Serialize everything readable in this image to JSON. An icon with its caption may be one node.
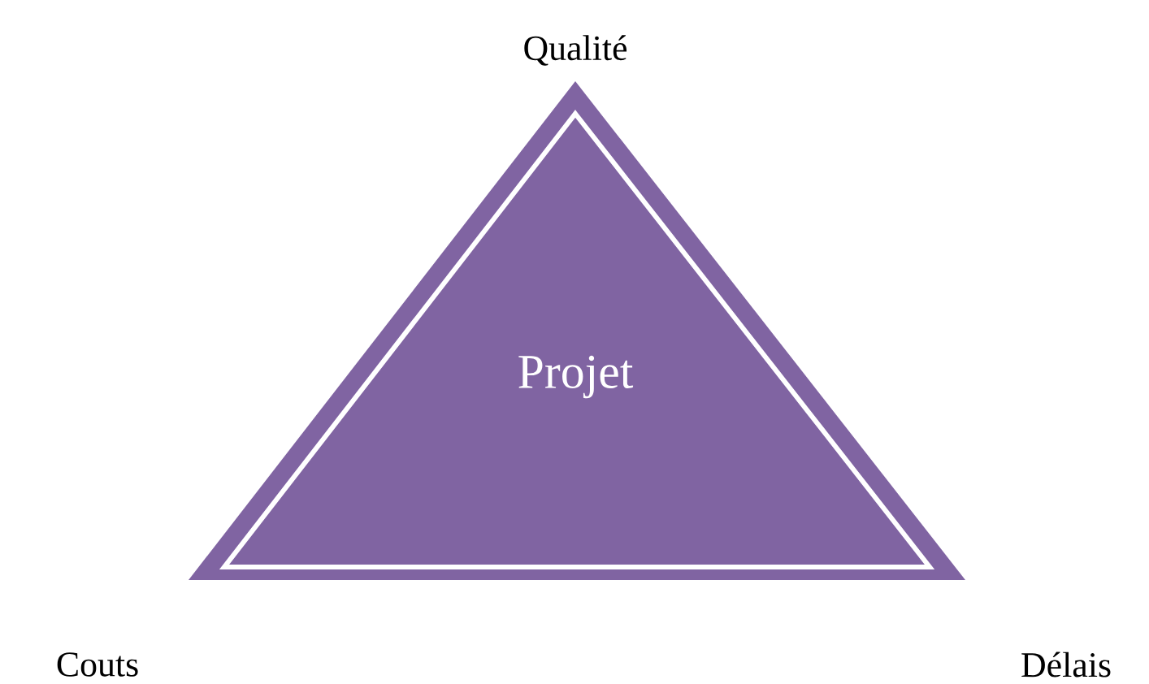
{
  "diagram": {
    "nodes": [
      {
        "text": [
          "Projet"
        ]
      }
    ],
    "labels": [
      "Qualité",
      "Couts",
      "Délais"
    ]
  }
}
